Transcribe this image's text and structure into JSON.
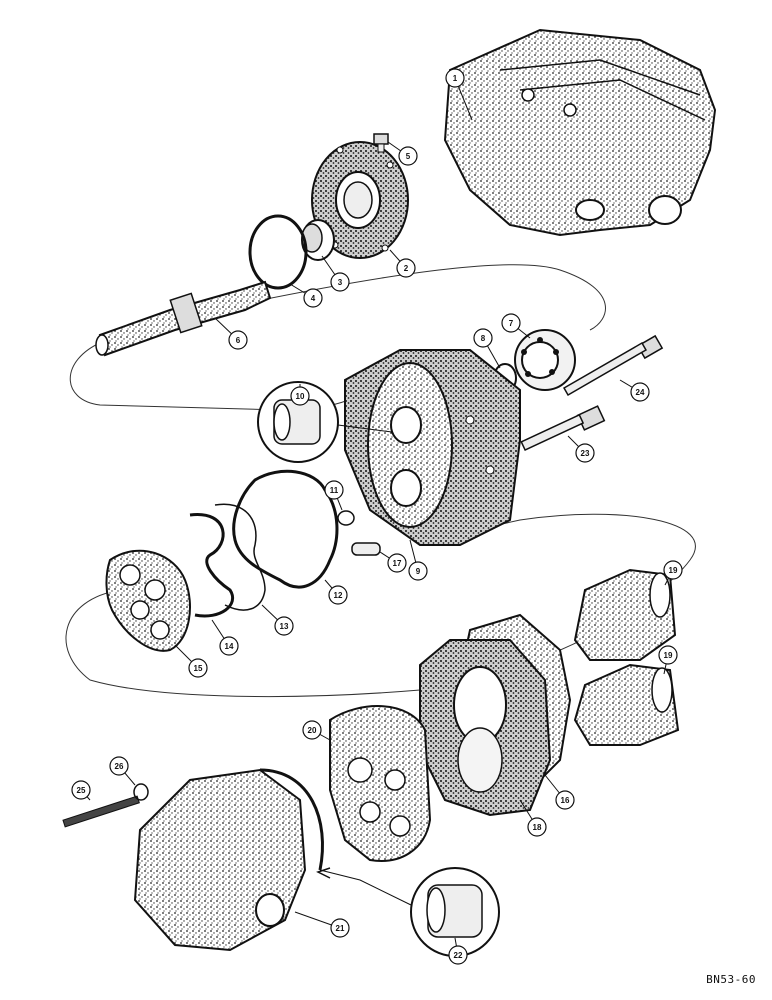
{
  "figure_code": "BN53-60",
  "parts": [
    {
      "key": "p1",
      "number": "1"
    },
    {
      "key": "p2",
      "number": "2"
    },
    {
      "key": "p3",
      "number": "3"
    },
    {
      "key": "p4",
      "number": "4"
    },
    {
      "key": "p5",
      "number": "5"
    },
    {
      "key": "p6",
      "number": "6"
    },
    {
      "key": "p7",
      "number": "7"
    },
    {
      "key": "p8",
      "number": "8"
    },
    {
      "key": "p9",
      "number": "9"
    },
    {
      "key": "p10",
      "number": "10"
    },
    {
      "key": "p11",
      "number": "11"
    },
    {
      "key": "p12",
      "number": "12"
    },
    {
      "key": "p13",
      "number": "13"
    },
    {
      "key": "p14",
      "number": "14"
    },
    {
      "key": "p15",
      "number": "15"
    },
    {
      "key": "p16",
      "number": "16"
    },
    {
      "key": "p17",
      "number": "17"
    },
    {
      "key": "p18",
      "number": "18"
    },
    {
      "key": "p19a",
      "number": "19"
    },
    {
      "key": "p19b",
      "number": "19"
    },
    {
      "key": "p20",
      "number": "20"
    },
    {
      "key": "p21",
      "number": "21"
    },
    {
      "key": "p22",
      "number": "22"
    },
    {
      "key": "p23",
      "number": "23"
    },
    {
      "key": "p24",
      "number": "24"
    },
    {
      "key": "p25",
      "number": "25"
    },
    {
      "key": "p26",
      "number": "26"
    }
  ]
}
